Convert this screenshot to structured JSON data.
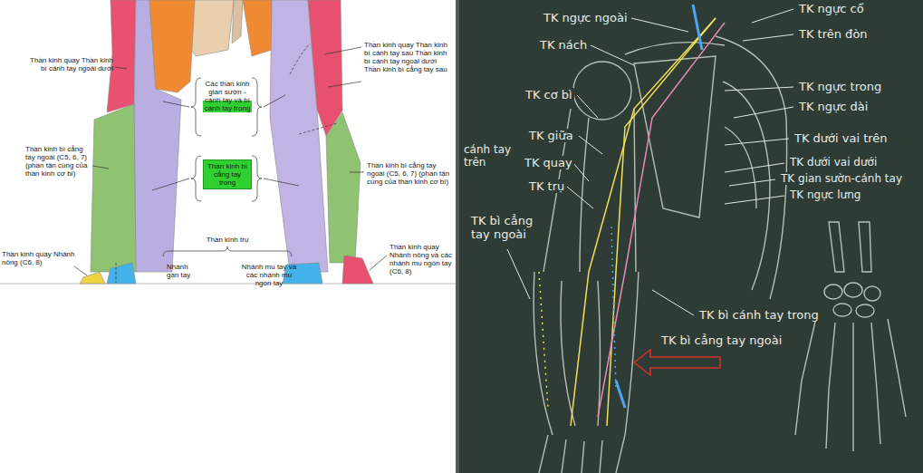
{
  "diagram": {
    "nodes": [
      {
        "text": [
          "Thần kinh bì cẳng tay trong"
        ]
      }
    ],
    "labels": [
      "Thần kinh quay Thần kinh bì cánh tay ngoài dưới",
      "Các thần kinh gian sườn - cánh tay và bì cánh tay trong",
      "Thần kinh quay Thần kinh bì cánh tay sau Thần kinh bì cánh tay ngoài dưới Thần kinh bì cẳng tay sau",
      "Thần kinh bì cẳng tay ngoài (C5, 6, 7) (phần tận cùng của thần kinh cơ bì)",
      "Thần kinh bì cẳng tay ngoài (C5, 6, 7) (phần tận cùng của thần kinh cơ bì)",
      "Thần kinh trụ",
      "Thần kinh quay Nhánh nông (C6, 8)",
      "Nhánh gan tay",
      "Nhánh mu tay và các nhánh mu ngón tay",
      "Thần kinh quay Nhánh nông và các nhánh mu ngón tay (C6, 8)",
      "TK ngực ngoài",
      "TK ngực cổ",
      "TK trên đòn",
      "TK nách",
      "TK cơ bì",
      "TK ngực trong",
      "TK ngực dài",
      "cánh tay trên",
      "TK giữa",
      "TK quay",
      "TK dưới vai trên",
      "TK trụ",
      "TK dưới vai dưới",
      "TK gian sườn-cánh tay",
      "TK ngực lưng",
      "TK bì cẳng tay ngoài",
      "TK bì cánh tay trong",
      "TK bì cẳng tay ngoài"
    ]
  }
}
